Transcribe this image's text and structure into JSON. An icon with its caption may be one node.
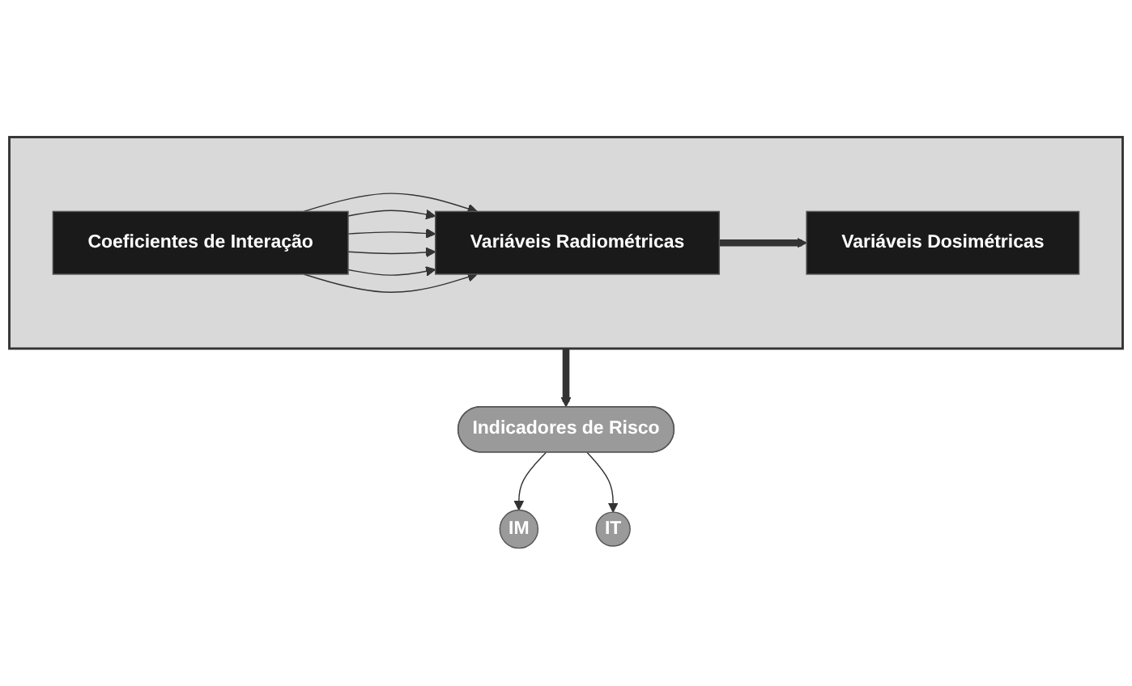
{
  "diagram": {
    "nodes": [
      {
        "text": [],
        "shape": "box"
      },
      {
        "text": [
          "Coeficientes de Interação"
        ],
        "in": 0
      },
      {
        "text": [
          "Variáveis Radiométricas"
        ],
        "in": 0
      },
      {
        "text": [
          "Variáveis Dosimétricas"
        ],
        "in": 0
      },
      {
        "text": [
          "IM"
        ]
      },
      {
        "text": [
          "Indicadores de Risco"
        ]
      },
      {
        "text": [
          "IT"
        ]
      }
    ],
    "edges": [
      {
        "from": 1,
        "to": 2,
        "arrow": "to"
      },
      {
        "from": 1,
        "to": 2,
        "arrow": "to"
      },
      {
        "from": 1,
        "to": 2,
        "arrow": "to"
      },
      {
        "from": 1,
        "to": 2,
        "arrow": "to"
      },
      {
        "from": 1,
        "to": 2,
        "arrow": "to"
      },
      {
        "from": 1,
        "to": 2,
        "arrow": "to"
      },
      {
        "from": 2,
        "to": 3,
        "arrow": "to",
        "style": "thick"
      },
      {
        "from": 0,
        "to": 5,
        "arrow": "to",
        "style": "thick"
      },
      {
        "from": 5,
        "to": 4,
        "arrow": "to"
      },
      {
        "from": 5,
        "to": 6,
        "arrow": "to"
      }
    ]
  }
}
